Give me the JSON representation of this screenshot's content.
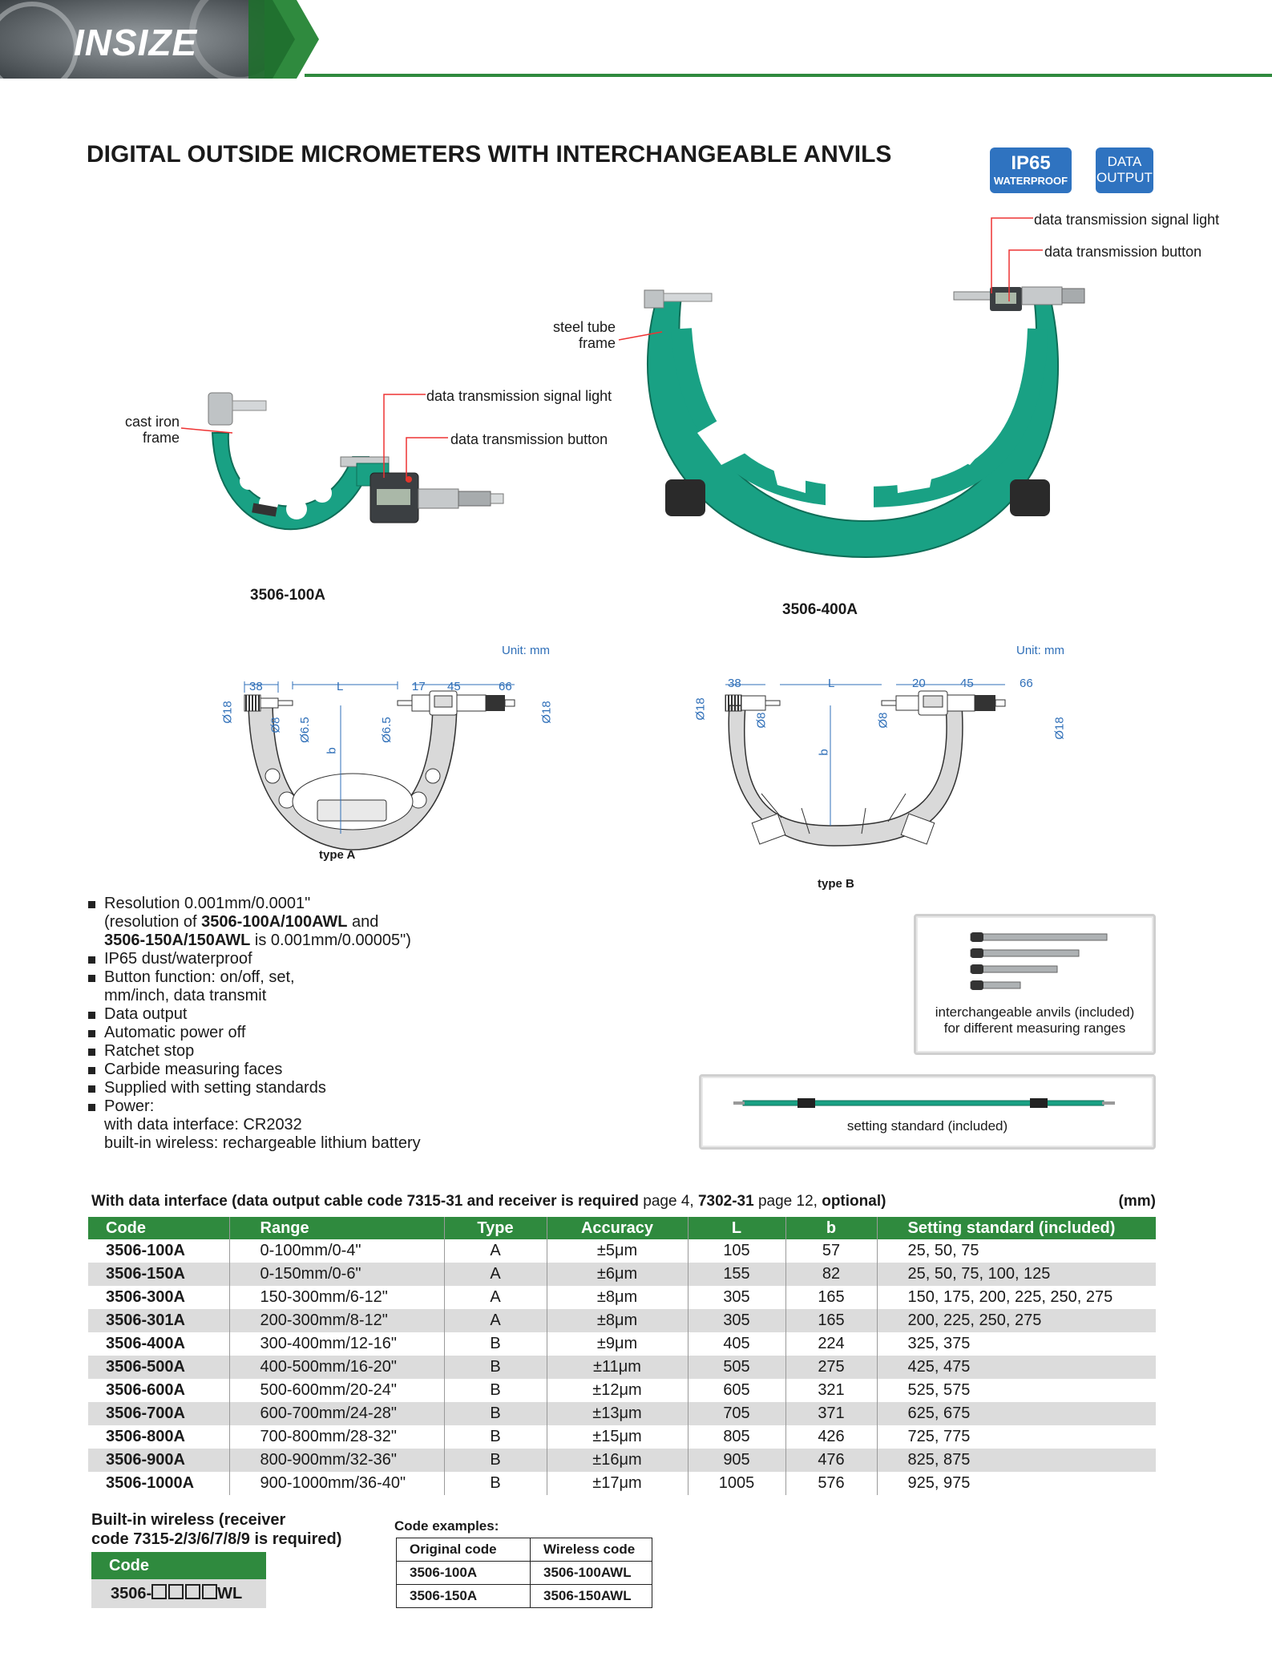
{
  "brand": {
    "logo": "INSIZE",
    "accent": "#2f8a3e",
    "badge_color": "#2f73c0"
  },
  "title": "DIGITAL OUTSIDE MICROMETERS WITH INTERCHANGEABLE ANVILS",
  "badges": {
    "ip65_main": "IP65",
    "ip65_sub": "WATERPROOF",
    "data_line1": "DATA",
    "data_line2": "OUTPUT"
  },
  "callouts": {
    "cast_iron_1": "cast iron",
    "cast_iron_2": "frame",
    "steel_tube_1": "steel tube",
    "steel_tube_2": "frame",
    "signal_light_left": "data transmission signal light",
    "button_left": "data transmission button",
    "signal_light_right": "data transmission signal light",
    "button_right": "data transmission button"
  },
  "models": {
    "left": "3506-100A",
    "right": "3506-400A"
  },
  "drawings": {
    "unit": "Unit: mm",
    "type_a": "type A",
    "type_b": "type B",
    "a_dims": {
      "d38": "38",
      "L": "L",
      "d17": "17",
      "d45": "45",
      "d66": "66",
      "phi18a": "Ø18",
      "phi8": "Ø8",
      "phi65a": "Ø6.5",
      "phi65b": "Ø6.5",
      "phi18b": "Ø18",
      "b": "b"
    },
    "b_dims": {
      "d38": "38",
      "L": "L",
      "d20": "20",
      "d45": "45",
      "d66": "66",
      "phi18a": "Ø18",
      "phi8a": "Ø8",
      "phi8b": "Ø8",
      "phi18b": "Ø18",
      "b": "b"
    }
  },
  "features": {
    "f1": "Resolution 0.001mm/0.0001\"",
    "f1_sub1_a": "(resolution of ",
    "f1_sub1_b": "3506-100A/100AWL",
    "f1_sub1_c": " and",
    "f1_sub2_a": "3506-150A/150AWL",
    "f1_sub2_b": " is 0.001mm/0.00005\")",
    "f2": "IP65 dust/waterproof",
    "f3": "Button function: on/off, set,",
    "f3_sub": "mm/inch, data transmit",
    "f4": "Data output",
    "f5": "Automatic power off",
    "f6": "Ratchet stop",
    "f7": "Carbide measuring faces",
    "f8": "Supplied with setting standards",
    "f9": "Power:",
    "f9_sub1": "with data interface: CR2032",
    "f9_sub2": "built-in wireless:  rechargeable lithium battery"
  },
  "accessories": {
    "anvils_1": "interchangeable anvils (included)",
    "anvils_2": "for different measuring ranges",
    "standard": "setting standard (included)"
  },
  "table_caption": {
    "a": "With data interface (data output cable code 7315-31 and receiver is required",
    "b": " page 4, ",
    "c": "7302-31",
    "d": " page 12, ",
    "e": "optional)",
    "unit": "(mm)"
  },
  "table": {
    "headers": [
      "Code",
      "Range",
      "Type",
      "Accuracy",
      "L",
      "b",
      "Setting standard (included)"
    ],
    "rows": [
      [
        "3506-100A",
        "0-100mm/0-4\"",
        "A",
        "±5μm",
        "105",
        "57",
        "25, 50, 75"
      ],
      [
        "3506-150A",
        "0-150mm/0-6\"",
        "A",
        "±6μm",
        "155",
        "82",
        "25, 50, 75, 100, 125"
      ],
      [
        "3506-300A",
        "150-300mm/6-12\"",
        "A",
        "±8μm",
        "305",
        "165",
        "150, 175, 200, 225, 250, 275"
      ],
      [
        "3506-301A",
        "200-300mm/8-12\"",
        "A",
        "±8μm",
        "305",
        "165",
        "200, 225, 250, 275"
      ],
      [
        "3506-400A",
        "300-400mm/12-16\"",
        "B",
        "±9μm",
        "405",
        "224",
        "325, 375"
      ],
      [
        "3506-500A",
        "400-500mm/16-20\"",
        "B",
        "±11μm",
        "505",
        "275",
        "425, 475"
      ],
      [
        "3506-600A",
        "500-600mm/20-24\"",
        "B",
        "±12μm",
        "605",
        "321",
        "525, 575"
      ],
      [
        "3506-700A",
        "600-700mm/24-28\"",
        "B",
        "±13μm",
        "705",
        "371",
        "625, 675"
      ],
      [
        "3506-800A",
        "700-800mm/28-32\"",
        "B",
        "±15μm",
        "805",
        "426",
        "725, 775"
      ],
      [
        "3506-900A",
        "800-900mm/32-36\"",
        "B",
        "±16μm",
        "905",
        "476",
        "825, 875"
      ],
      [
        "3506-1000A",
        "900-1000mm/36-40\"",
        "B",
        "±17μm",
        "1005",
        "576",
        "925, 975"
      ]
    ]
  },
  "wireless": {
    "title_1": "Built-in wireless (receiver",
    "title_2": "code 7315-2/3/6/7/8/9 is required)",
    "code_header": "Code",
    "code_prefix": "3506-",
    "code_suffix": "WL"
  },
  "code_examples": {
    "title": "Code examples:",
    "headers": [
      "Original code",
      "Wireless code"
    ],
    "rows": [
      [
        "3506-100A",
        "3506-100AWL"
      ],
      [
        "3506-150A",
        "3506-150AWL"
      ]
    ]
  }
}
